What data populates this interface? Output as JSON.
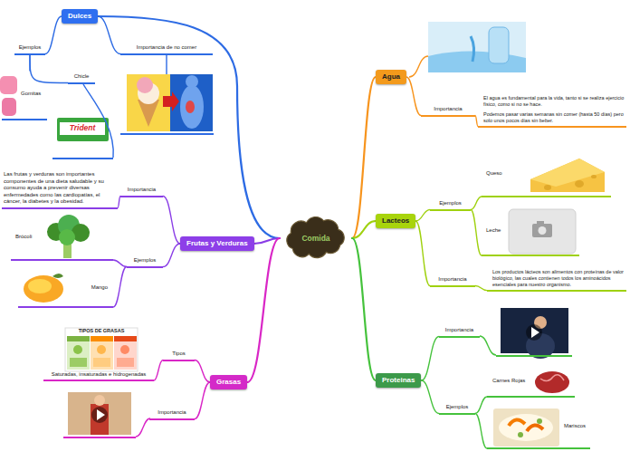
{
  "diagram": {
    "nodes": [
      {
        "text": [
          "Comida"
        ]
      },
      {
        "text": [
          "Dulces"
        ]
      },
      {
        "text": [
          "Ejemplos"
        ]
      },
      {
        "text": [
          "Importancia de no comer"
        ]
      },
      {
        "text": [
          "Gomitas"
        ]
      },
      {
        "text": [
          "Chicle"
        ]
      },
      {
        "text": [
          "Agua"
        ]
      },
      {
        "text": [
          "Importancia"
        ]
      },
      {
        "text": [
          "El agua es fundamental para la vida, tanto si se realiza ejercicio físico, como si no se hace.",
          "Podemos pasar varias semanas sin comer (hasta 50 días) pero solo unos pocos días sin beber."
        ]
      },
      {
        "text": [
          "Lacteos"
        ]
      },
      {
        "text": [
          "Ejemplos"
        ]
      },
      {
        "text": [
          "Queso"
        ]
      },
      {
        "text": [
          "Leche"
        ]
      },
      {
        "text": [
          "Importancia"
        ]
      },
      {
        "text": [
          "Los productos lácteos son alimentos con proteínas de valor biológico, las cuales contienen todos los aminoácidos esenciales para nuestro organismo."
        ]
      },
      {
        "text": [
          "Frutas y Verduras"
        ]
      },
      {
        "text": [
          "Importancia"
        ]
      },
      {
        "text": [
          "Las frutas y verduras son importantes componentes de una dieta saludable y su consumo ayuda a prevenir diversas enfermedades como las cardiopatías, el cáncer, la diabetes y la obesidad."
        ]
      },
      {
        "text": [
          "Ejemplos"
        ]
      },
      {
        "text": [
          "Brócoli"
        ]
      },
      {
        "text": [
          "Mango"
        ]
      },
      {
        "text": [
          "Grasas"
        ]
      },
      {
        "text": [
          "Tipos"
        ]
      },
      {
        "text": [
          "Saturadas, insaturadas e hidrogenadas"
        ]
      },
      {
        "text": [
          "Importancia"
        ]
      },
      {
        "text": [
          "Proteinas"
        ]
      },
      {
        "text": [
          "Importancia"
        ]
      },
      {
        "text": [
          "Ejemplos"
        ]
      },
      {
        "text": [
          "Carnes Rojas"
        ]
      },
      {
        "text": [
          "Mariscos"
        ]
      }
    ],
    "edges": [
      {
        "from": 0,
        "to": 1,
        "arrow": "none"
      },
      {
        "from": 1,
        "to": 2,
        "arrow": "none"
      },
      {
        "from": 1,
        "to": 3,
        "arrow": "none"
      },
      {
        "from": 2,
        "to": 4,
        "arrow": "none"
      },
      {
        "from": 2,
        "to": 5,
        "arrow": "none"
      },
      {
        "from": 0,
        "to": 6,
        "arrow": "none"
      },
      {
        "from": 6,
        "to": 7,
        "arrow": "none"
      },
      {
        "from": 7,
        "to": 8,
        "arrow": "none"
      },
      {
        "from": 0,
        "to": 9,
        "arrow": "none"
      },
      {
        "from": 9,
        "to": 10,
        "arrow": "none"
      },
      {
        "from": 10,
        "to": 11,
        "arrow": "none"
      },
      {
        "from": 10,
        "to": 12,
        "arrow": "none"
      },
      {
        "from": 9,
        "to": 13,
        "arrow": "none"
      },
      {
        "from": 13,
        "to": 14,
        "arrow": "none"
      },
      {
        "from": 0,
        "to": 15,
        "arrow": "none"
      },
      {
        "from": 15,
        "to": 16,
        "arrow": "none"
      },
      {
        "from": 16,
        "to": 17,
        "arrow": "none"
      },
      {
        "from": 15,
        "to": 18,
        "arrow": "none"
      },
      {
        "from": 18,
        "to": 19,
        "arrow": "none"
      },
      {
        "from": 18,
        "to": 20,
        "arrow": "none"
      },
      {
        "from": 0,
        "to": 21,
        "arrow": "none"
      },
      {
        "from": 21,
        "to": 22,
        "arrow": "none"
      },
      {
        "from": 22,
        "to": 23,
        "arrow": "none"
      },
      {
        "from": 21,
        "to": 24,
        "arrow": "none"
      },
      {
        "from": 0,
        "to": 25,
        "arrow": "none"
      },
      {
        "from": 25,
        "to": 26,
        "arrow": "none"
      },
      {
        "from": 25,
        "to": 27,
        "arrow": "none"
      },
      {
        "from": 27,
        "to": 28,
        "arrow": "none"
      },
      {
        "from": 27,
        "to": 29,
        "arrow": "none"
      }
    ],
    "labels": [
      "TIPOS DE GRASAS",
      "Trident"
    ]
  }
}
